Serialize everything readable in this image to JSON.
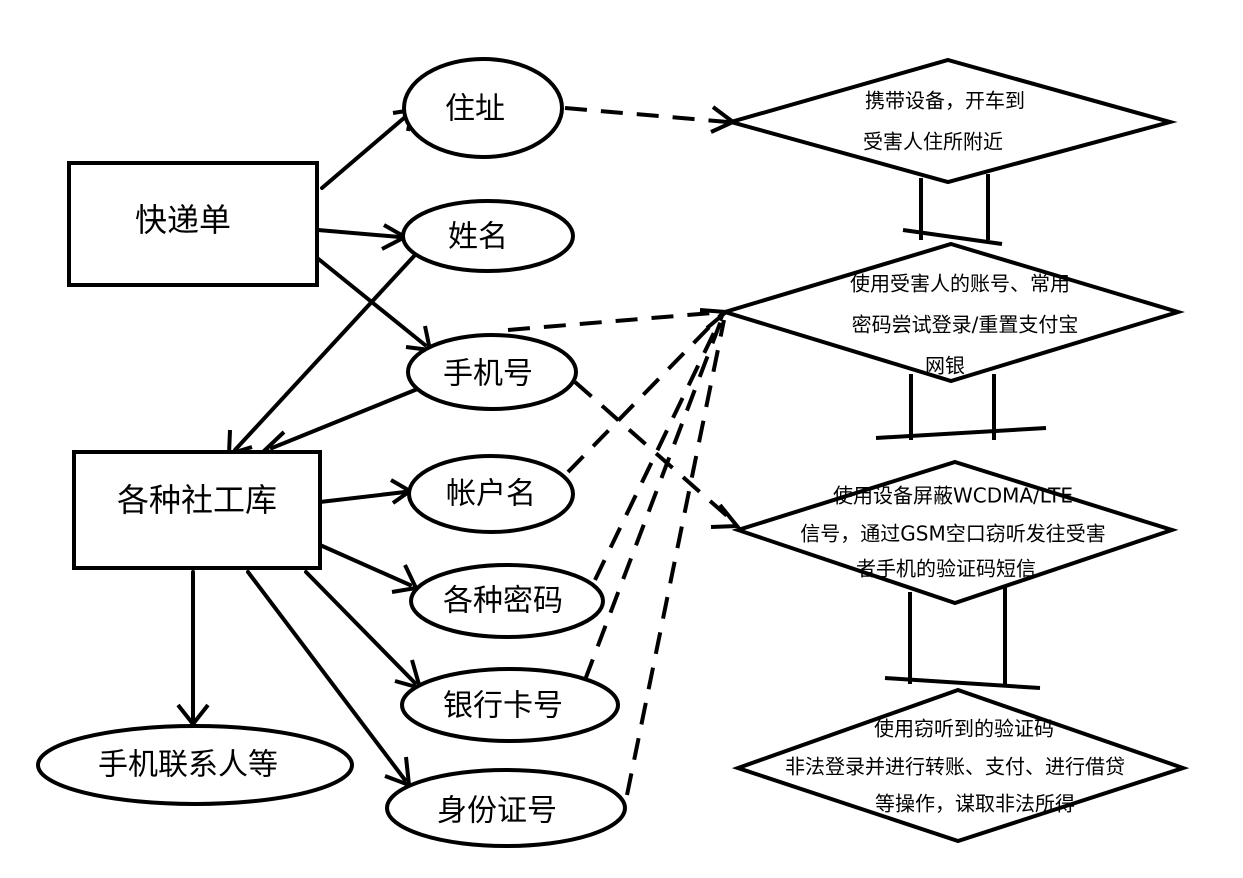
{
  "nodes": {
    "express_bill": "快递单",
    "social_db": "各种社工库",
    "address": "住址",
    "name": "姓名",
    "phone": "手机号",
    "account": "帐户名",
    "passwords": "各种密码",
    "bank_card": "银行卡号",
    "id_number": "身份证号",
    "contacts": "手机联系人等"
  },
  "steps": [
    {
      "lines": [
        "携带设备，开车到",
        "受害人住所附近"
      ]
    },
    {
      "lines": [
        "使用受害人的账号、常用",
        "密码尝试登录/重置支付宝",
        "网银"
      ]
    },
    {
      "lines": [
        "使用设备屏蔽WCDMA/LTE",
        "信号，通过GSM空口窃听发往受害",
        "者手机的验证码短信"
      ]
    },
    {
      "lines": [
        "使用窃听到的验证码",
        "非法登录并进行转账、支付、进行借贷",
        "等操作，谋取非法所得"
      ]
    }
  ],
  "colors": {
    "stroke": "#000000",
    "background": "#ffffff"
  }
}
